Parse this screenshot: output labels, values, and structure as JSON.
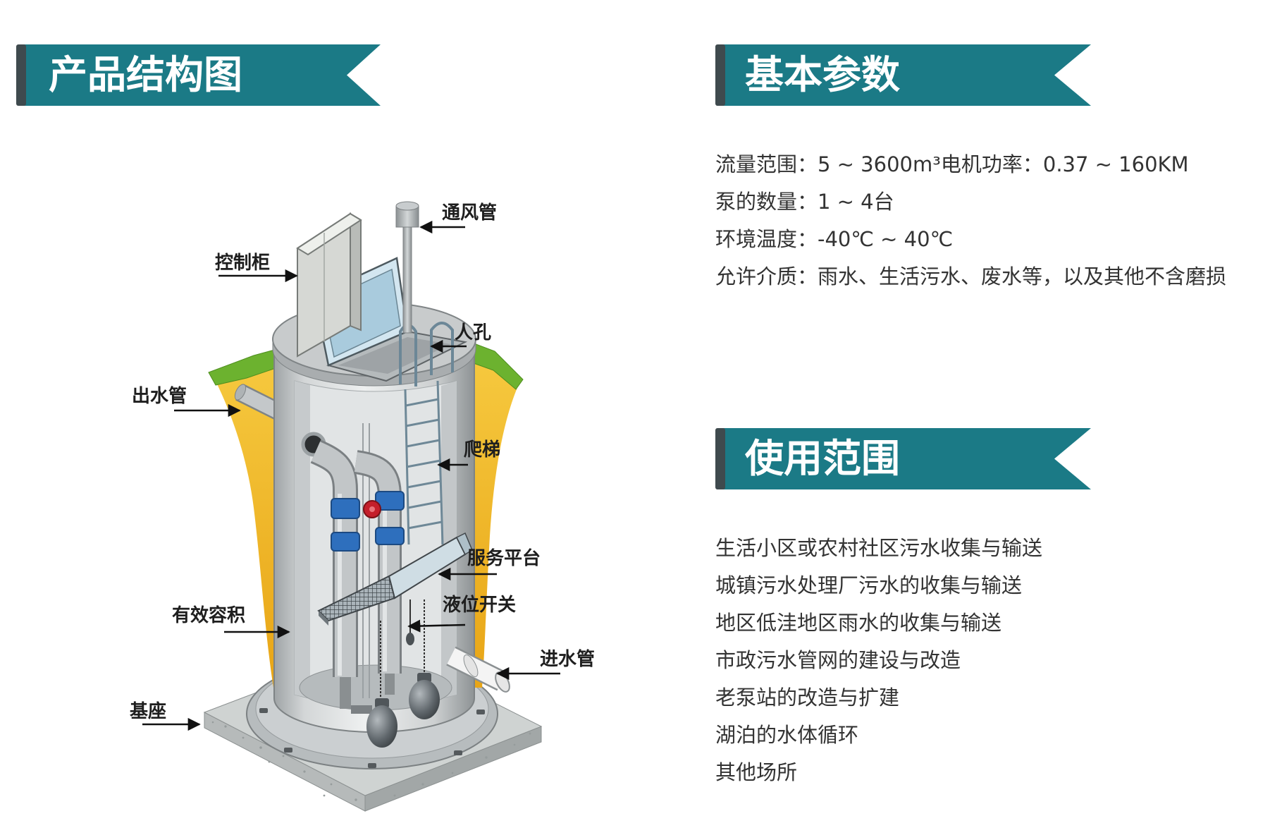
{
  "sections": {
    "structure": {
      "title": "产品结构图"
    },
    "params": {
      "title": "基本参数",
      "lines": [
        "流量范围：5 ~ 3600m³电机功率：0.37 ~ 160KM",
        "泵的数量：1 ~ 4台",
        "环境温度：-40℃ ~ 40℃",
        "允许介质：雨水、生活污水、废水等，以及其他不含磨损"
      ]
    },
    "usage": {
      "title": "使用范围",
      "items": [
        "生活小区或农村社区污水收集与输送",
        "城镇污水处理厂污水的收集与输送",
        "地区低洼地区雨水的收集与输送",
        "市政污水管网的建设与改造",
        "老泵站的改造与扩建",
        "湖泊的水体循环",
        "其他场所"
      ]
    }
  },
  "diagram": {
    "labels": {
      "vent_pipe": "通风管",
      "control_cabinet": "控制柜",
      "manhole": "人孔",
      "outlet_pipe": "出水管",
      "ladder": "爬梯",
      "service_platform": "服务平台",
      "level_switch": "液位开关",
      "effective_volume": "有效容积",
      "inlet_pipe": "进水管",
      "base": "基座"
    }
  },
  "colors": {
    "banner": "#1b7a86",
    "banner_edge": "#3f4a4e",
    "text": "#333333",
    "label": "#1e1e1e"
  }
}
